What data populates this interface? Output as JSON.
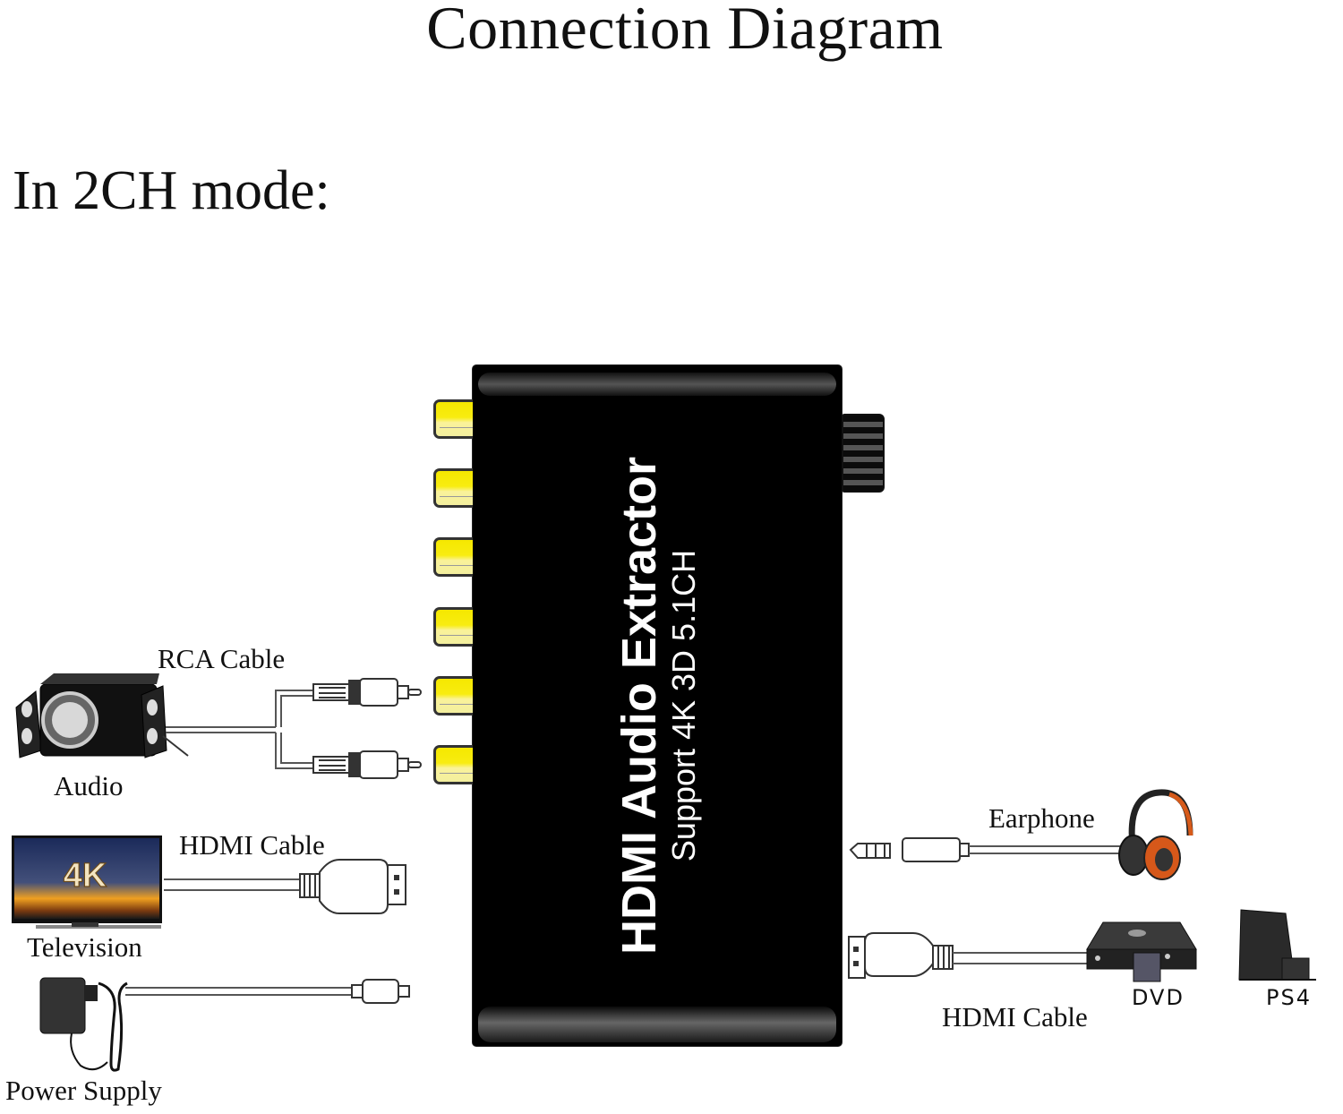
{
  "title": "Connection Diagram",
  "mode_heading": "In 2CH mode:",
  "device": {
    "name": "HDMI Audio Extractor",
    "subtitle": "Support 4K 3D 5.1CH",
    "rca_port_count": 6,
    "port_color": "#f5e800",
    "body_color": "#000000"
  },
  "left_connections": [
    {
      "device_label": "Audio",
      "cable_label": "RCA Cable",
      "icon": "speaker-icon"
    },
    {
      "device_label": "Television",
      "cable_label": "HDMI Cable",
      "icon": "television-icon",
      "screen_text": "4K"
    },
    {
      "device_label": "Power Supply",
      "cable_label": "",
      "icon": "power-adapter-icon"
    }
  ],
  "right_connections": [
    {
      "device_label": "Earphone",
      "icon": "headphones-icon"
    },
    {
      "cable_label": "HDMI Cable",
      "sources": [
        {
          "device_label": "DVD",
          "icon": "dvd-player-icon"
        },
        {
          "device_label": "PS4",
          "icon": "game-console-icon"
        }
      ]
    }
  ]
}
